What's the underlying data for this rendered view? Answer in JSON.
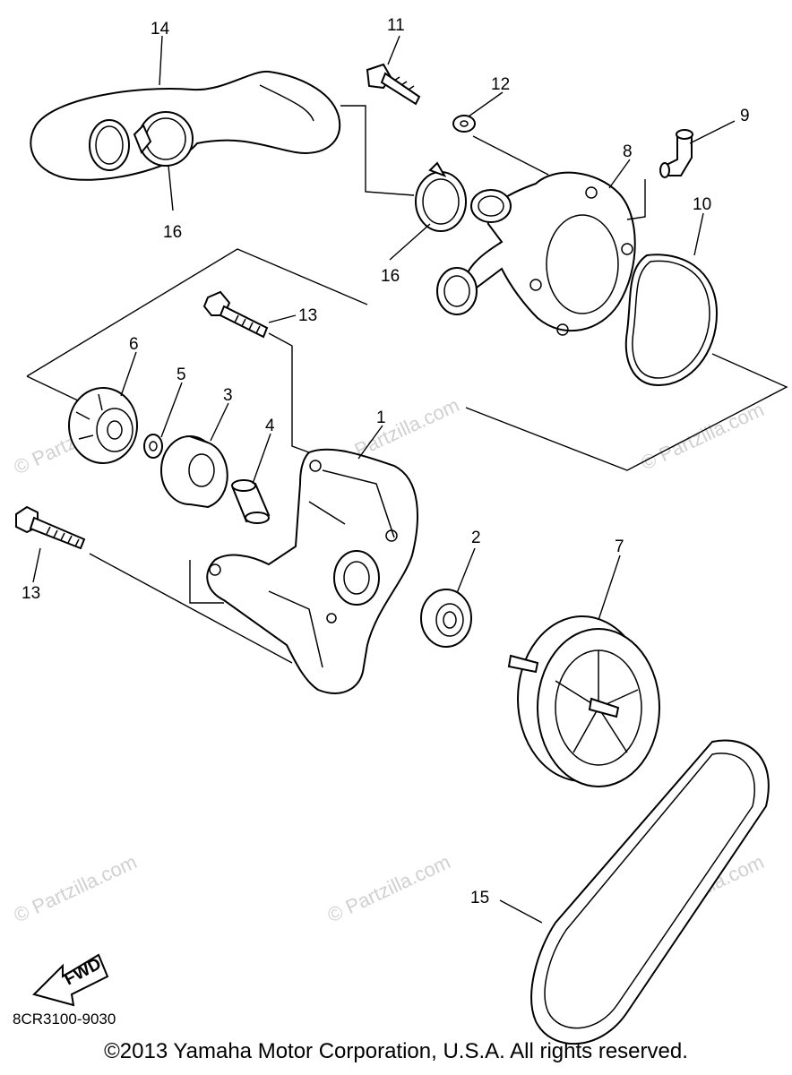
{
  "diagram": {
    "callouts": [
      {
        "id": "1",
        "label": "1"
      },
      {
        "id": "2",
        "label": "2"
      },
      {
        "id": "3",
        "label": "3"
      },
      {
        "id": "4",
        "label": "4"
      },
      {
        "id": "5",
        "label": "5"
      },
      {
        "id": "6",
        "label": "6"
      },
      {
        "id": "7",
        "label": "7"
      },
      {
        "id": "8",
        "label": "8"
      },
      {
        "id": "9",
        "label": "9"
      },
      {
        "id": "10",
        "label": "10"
      },
      {
        "id": "11",
        "label": "11"
      },
      {
        "id": "12",
        "label": "12"
      },
      {
        "id": "13a",
        "label": "13"
      },
      {
        "id": "13b",
        "label": "13"
      },
      {
        "id": "14",
        "label": "14"
      },
      {
        "id": "15",
        "label": "15"
      },
      {
        "id": "16a",
        "label": "16"
      },
      {
        "id": "16b",
        "label": "16"
      }
    ],
    "fwd_label": "FWD",
    "watermark": "© Partzilla.com"
  },
  "footer": {
    "part_code": "8CR3100-9030",
    "copyright": "©2013  Yamaha Motor Corporation, U.S.A. All rights reserved."
  }
}
